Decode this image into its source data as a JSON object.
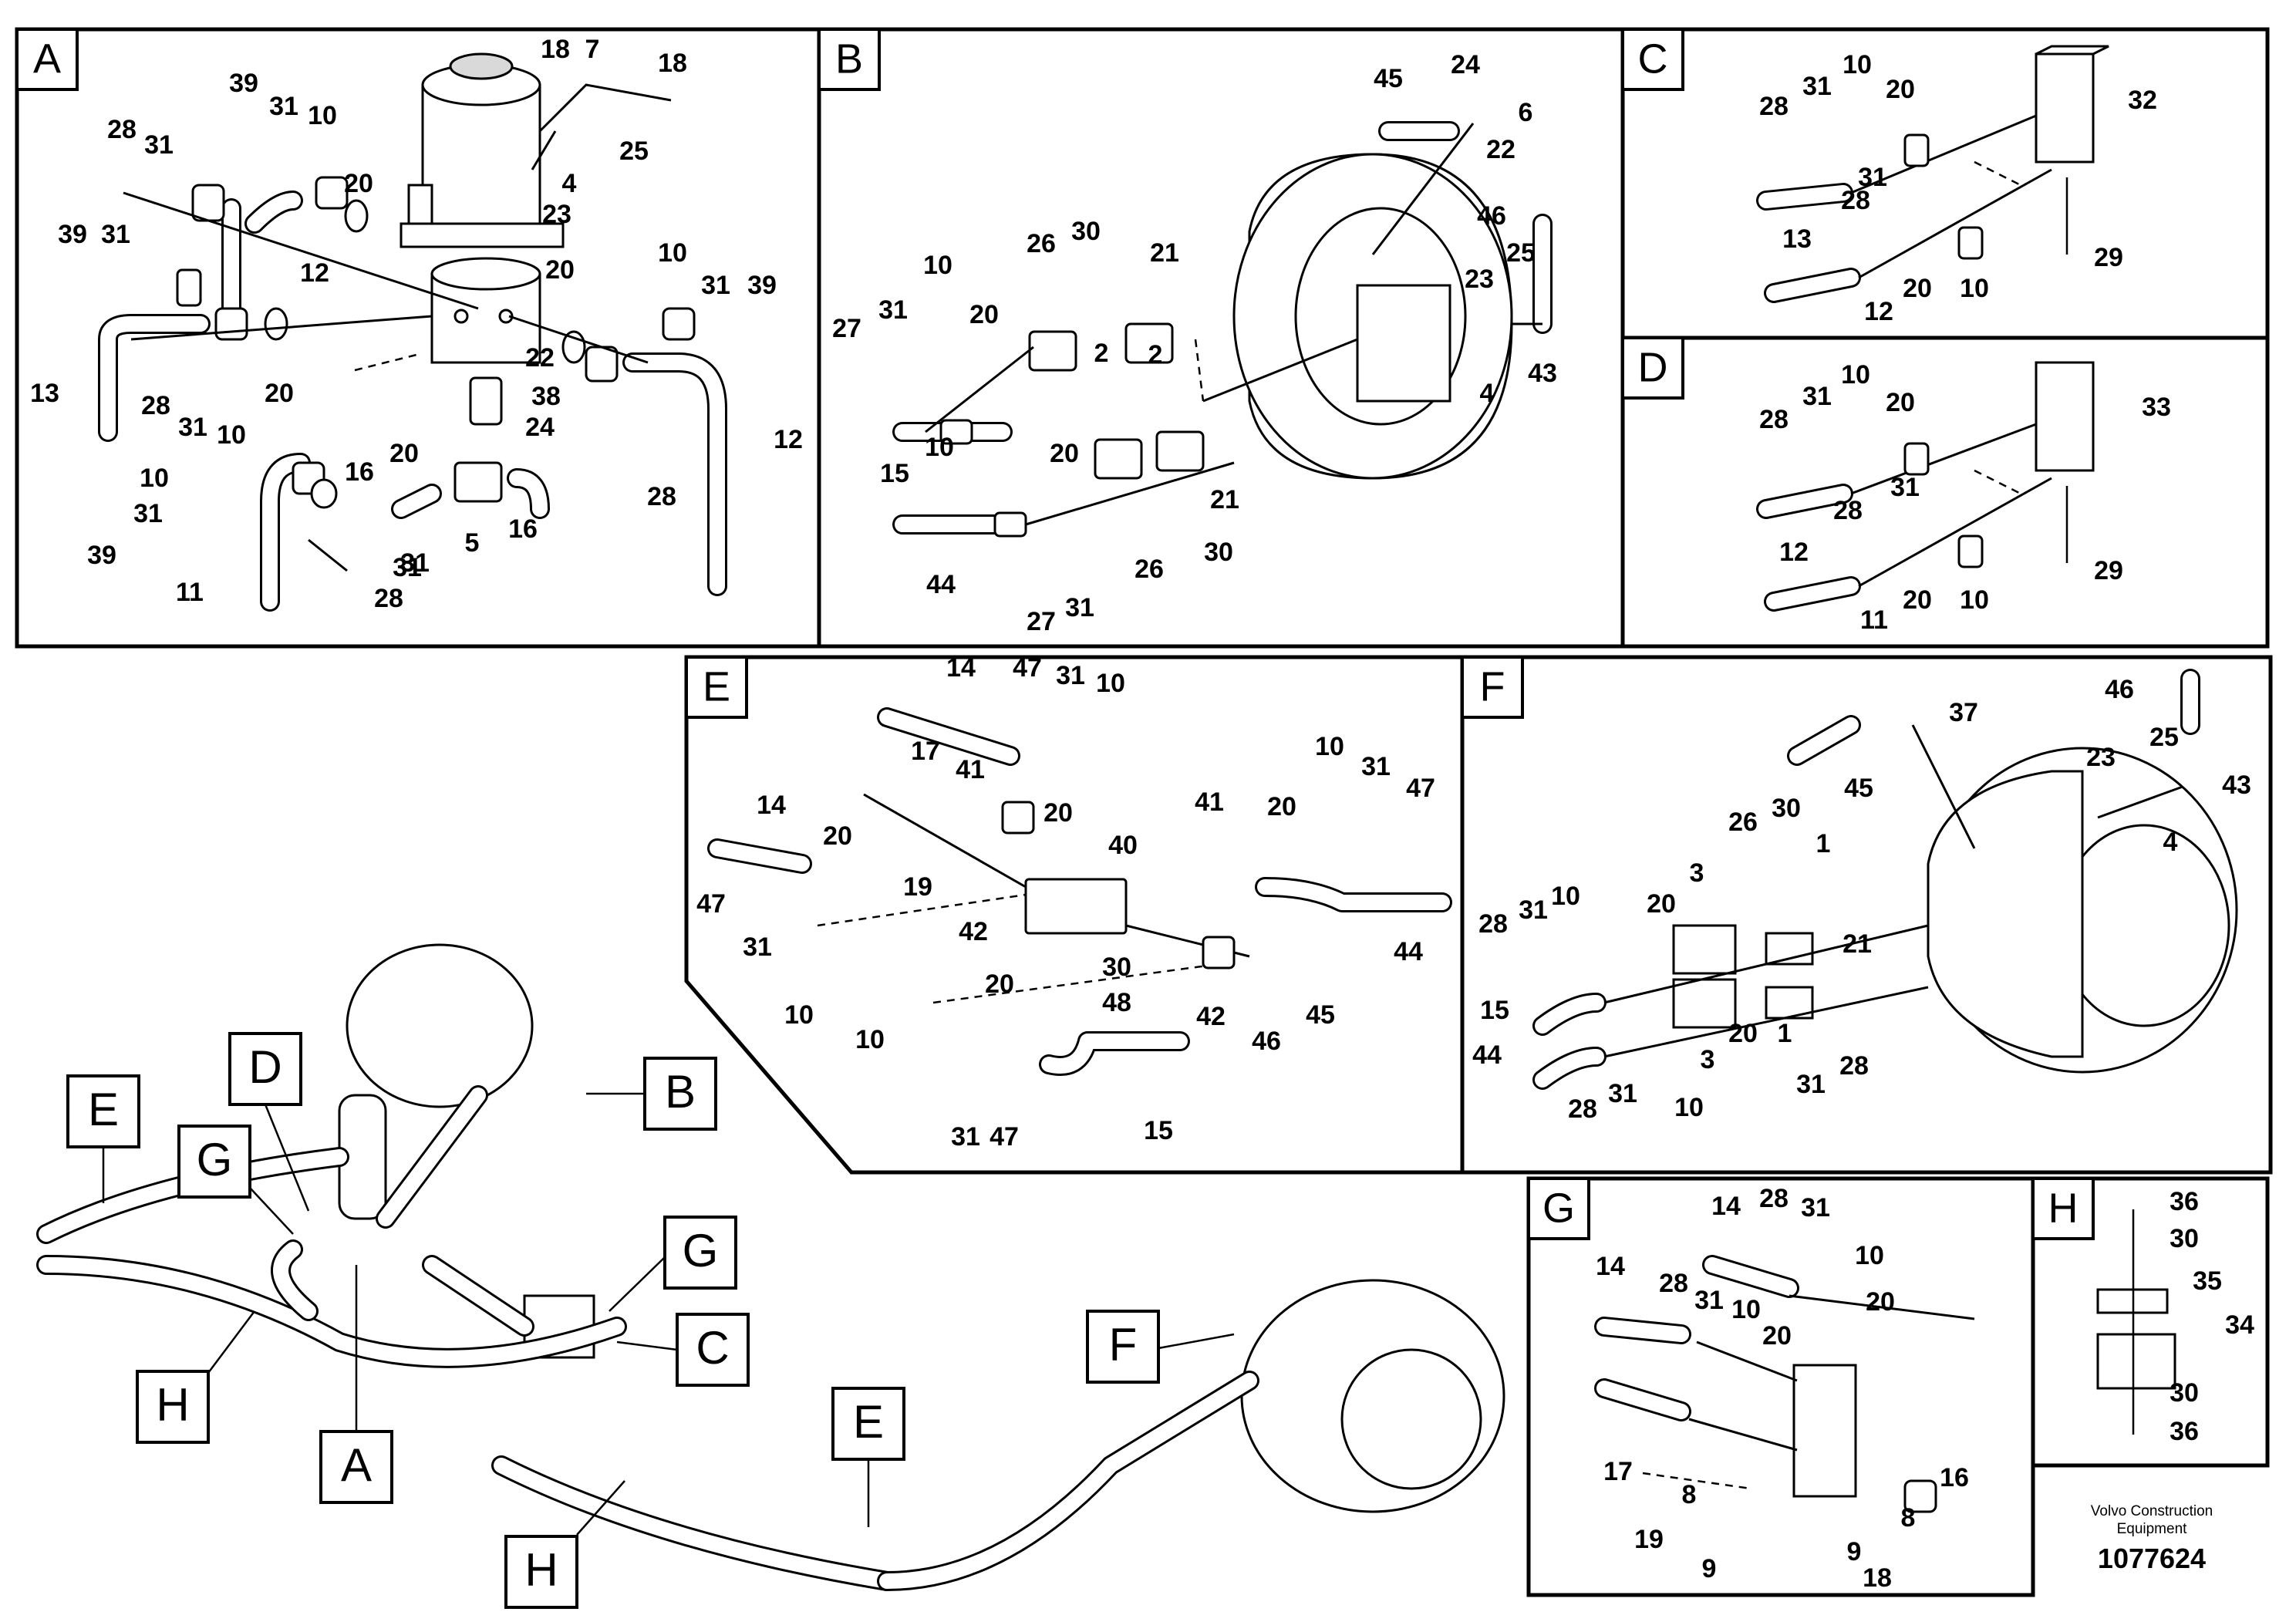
{
  "panels": {
    "A": {
      "label": "A",
      "numbers": [
        "39",
        "31",
        "10",
        "28",
        "31",
        "20",
        "18",
        "7",
        "18",
        "25",
        "4",
        "23",
        "39",
        "31",
        "12",
        "20",
        "10",
        "31",
        "39",
        "13",
        "20",
        "28",
        "31",
        "10",
        "22",
        "38",
        "24",
        "20",
        "12",
        "10",
        "31",
        "39",
        "16",
        "5",
        "16",
        "31",
        "28",
        "11",
        "31",
        "28"
      ]
    },
    "B": {
      "label": "B",
      "numbers": [
        "45",
        "24",
        "6",
        "22",
        "46",
        "26",
        "30",
        "10",
        "21",
        "23",
        "25",
        "27",
        "31",
        "20",
        "2",
        "4",
        "43",
        "15",
        "10",
        "2",
        "20",
        "21",
        "26",
        "44",
        "30",
        "27",
        "31"
      ]
    },
    "C": {
      "label": "C",
      "numbers": [
        "28",
        "31",
        "10",
        "20",
        "32",
        "31",
        "28",
        "13",
        "12",
        "20",
        "10",
        "29"
      ]
    },
    "D": {
      "label": "D",
      "numbers": [
        "28",
        "31",
        "10",
        "20",
        "33",
        "31",
        "28",
        "12",
        "11",
        "20",
        "10",
        "29"
      ]
    },
    "E": {
      "label": "E",
      "numbers": [
        "14",
        "47",
        "31",
        "10",
        "17",
        "41",
        "20",
        "14",
        "20",
        "40",
        "41",
        "20",
        "10",
        "31",
        "47",
        "19",
        "47",
        "31",
        "42",
        "30",
        "48",
        "10",
        "20",
        "42",
        "45",
        "46",
        "44",
        "10",
        "31",
        "47",
        "15"
      ]
    },
    "F": {
      "label": "F",
      "numbers": [
        "37",
        "46",
        "25",
        "45",
        "23",
        "43",
        "26",
        "30",
        "4",
        "28",
        "31",
        "10",
        "20",
        "3",
        "1",
        "15",
        "44",
        "21",
        "20",
        "1",
        "3",
        "31",
        "28",
        "28",
        "31",
        "10"
      ]
    },
    "G": {
      "label": "G",
      "numbers": [
        "14",
        "28",
        "31",
        "10",
        "14",
        "28",
        "31",
        "10",
        "20",
        "20",
        "17",
        "8",
        "16",
        "8",
        "19",
        "9",
        "9",
        "18"
      ]
    },
    "H": {
      "label": "H",
      "numbers": [
        "36",
        "30",
        "35",
        "34",
        "30",
        "36"
      ]
    }
  },
  "overview_callouts": [
    "E",
    "D",
    "G",
    "B",
    "G",
    "C",
    "F",
    "H",
    "A",
    "E",
    "H"
  ],
  "footer": {
    "company_line1": "Volvo Construction",
    "company_line2": "Equipment",
    "figure_number": "1077624"
  }
}
